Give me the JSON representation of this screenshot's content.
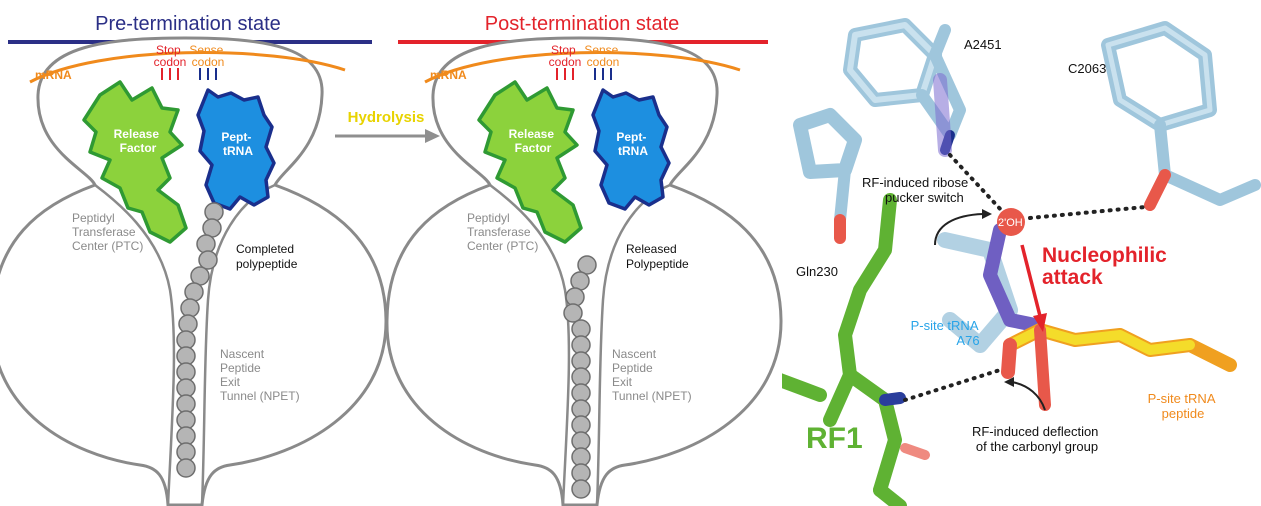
{
  "left_panel": {
    "title": "Pre-termination state",
    "title_color": "#2b2f86",
    "mrna_label": "mRNA",
    "stop_codon": [
      "Stop",
      "codon"
    ],
    "sense_codon": [
      "Sense",
      "codon"
    ],
    "release_factor": [
      "Release",
      "Factor"
    ],
    "pept_trna": [
      "Pept-",
      "tRNA"
    ],
    "ptc_label": [
      "Peptidyl",
      "Transferase",
      "Center (PTC)"
    ],
    "peptide_label": [
      "Completed",
      "polypeptide"
    ],
    "tunnel_label": [
      "Nascent",
      "Peptide",
      "Exit",
      "Tunnel (NPET)"
    ]
  },
  "arrow": {
    "label": "Hydrolysis",
    "label_color": "#e8d300"
  },
  "middle_panel": {
    "title": "Post-termination state",
    "title_color": "#e3232b",
    "mrna_label": "mRNA",
    "stop_codon": [
      "Stop",
      "codon"
    ],
    "sense_codon": [
      "Sense",
      "codon"
    ],
    "release_factor": [
      "Release",
      "Factor"
    ],
    "pept_trna": [
      "Pept-",
      "tRNA"
    ],
    "ptc_label": [
      "Peptidyl",
      "Transferase",
      "Center (PTC)"
    ],
    "peptide_label": [
      "Released",
      "Polypeptide"
    ],
    "tunnel_label": [
      "Nascent",
      "Peptide",
      "Exit",
      "Tunnel (NPET)"
    ]
  },
  "structure_panel": {
    "a2451": "A2451",
    "c2063": "C2063",
    "ribose_note": [
      "RF-induced ribose",
      "pucker switch"
    ],
    "hydroxyl": "2'OH",
    "nucleophilic": [
      "Nucleophilic",
      "attack"
    ],
    "gln230": "Gln230",
    "ptrna_a76": [
      "P-site tRNA",
      "A76"
    ],
    "rf1": "RF1",
    "ptrna_peptide": [
      "P-site tRNA",
      "peptide"
    ],
    "deflection_note": [
      "RF-induced deflection",
      "of the carbonyl group"
    ]
  },
  "colors": {
    "mrna": "#f08a1c",
    "stop": "#e3232b",
    "rf_fill": "#8cd23c",
    "rf_edge": "#2f9a33",
    "trna_fill": "#1d8fe0",
    "trna_edge": "#1a2f8c",
    "ribosome_edge": "#8a8a8a",
    "bead": "#b5b5b5",
    "label_gray": "#8a8a8a",
    "nucleotide": "#9fc6dc",
    "attack": "#e3232b",
    "peptide_text": "#f08a1c",
    "rf1_text": "#5fb233",
    "trna_text": "#28a4e8"
  }
}
